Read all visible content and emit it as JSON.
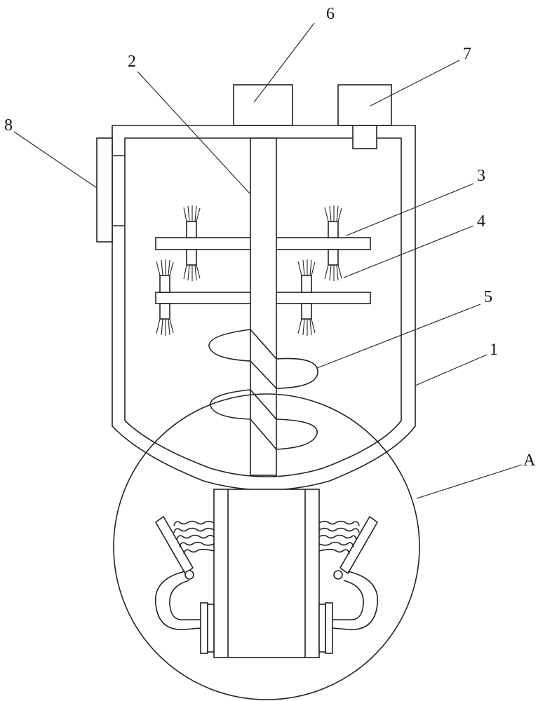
{
  "labels": {
    "l1": "1",
    "l2": "2",
    "l3": "3",
    "l4": "4",
    "l5": "5",
    "l6": "6",
    "l7": "7",
    "l8": "8",
    "lA": "A"
  }
}
